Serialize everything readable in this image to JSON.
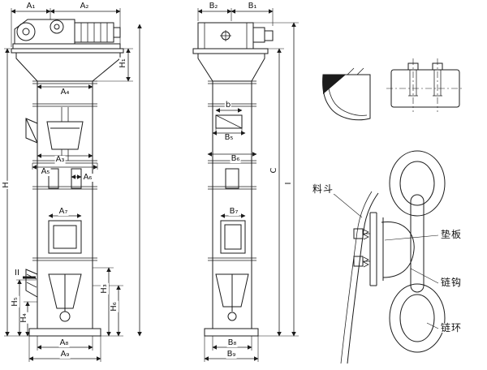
{
  "front_view": {
    "dim_a1": "A₁",
    "dim_a2": "A₂",
    "dim_a3": "A₃",
    "dim_a4": "A₄",
    "dim_a5": "A₅",
    "dim_a6": "A₆",
    "dim_a7": "A₇",
    "dim_a8": "A₈",
    "dim_a9": "A₉",
    "dim_h": "H",
    "dim_h1": "H₁",
    "dim_h3": "H₃",
    "dim_h4": "H₄",
    "dim_h5": "H₅",
    "dim_h6": "H₆",
    "section_marker": "II"
  },
  "side_view": {
    "dim_b1": "B₁",
    "dim_b2": "B₂",
    "dim_b": "b",
    "dim_b5": "B₅",
    "dim_b6": "B₆",
    "dim_b7": "B₇",
    "dim_b8": "B₈",
    "dim_b9": "B₉",
    "dim_c": "C",
    "dim_i": "I"
  },
  "detail_view": {
    "label_bucket": "料斗",
    "label_pad_plate": "垫板",
    "label_chain_hook": "链钩",
    "label_chain_link": "链环"
  },
  "colors": {
    "line": "#1b1b1b",
    "background": "#ffffff"
  }
}
